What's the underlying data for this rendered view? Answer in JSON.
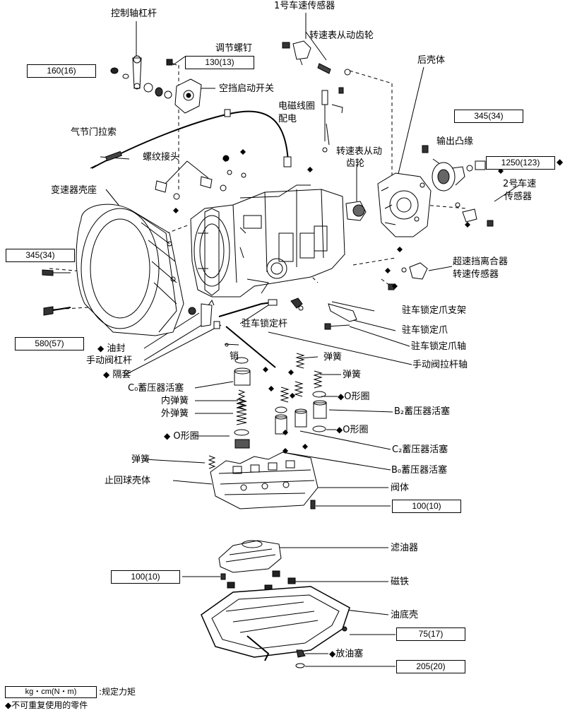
{
  "labels": {
    "kongzhi_zhou_gangan": "控制轴杠杆",
    "hao1_chesu": "1号车速传感器",
    "zhuansubiao_congdong_chilun_top": "转速表从动齿轮",
    "houketi": "后壳体",
    "tiaojie_luoding": "调节螺钉",
    "kongdang_qidong_kaiguan": "空挡启动开关",
    "dianci_xianquan": "电磁线圈",
    "peidian": "配电",
    "qijie_men_lasuo": "气节门拉索",
    "luowen_jietou": "螺纹接头",
    "zhuansubiao_congdong_1": "转速表从动",
    "zhuansubiao_congdong_2": "齿轮",
    "shuchu_tuyuan": "输出凸缘",
    "hao2_chesu_1": "2号车速",
    "hao2_chesu_2": "传感器",
    "biansuqi_kezuo": "变速器壳座",
    "chaosudang_1": "超速挡离合器",
    "chaosudang_2": "转速传感器",
    "zhuche_zhijia": "驻车锁定爪支架",
    "zhuche_gan": "驻车锁定杆",
    "zhuche_zhua": "驻车锁定爪",
    "zhuche_zhou": "驻车锁定爪轴",
    "youfeng": "油封",
    "shoudong_gangan": "手动阀杠杆",
    "xiao": "销",
    "shoudong_lagan": "手动阀拉杆轴",
    "getao": "隔套",
    "tanhuang_1": "弹簧",
    "tanhuang_2": "弹簧",
    "c0_huosai": "C₀蓄压器活塞",
    "nei_tanhuang": "内弹簧",
    "o_ring_1": "O形圈",
    "wai_tanhuang": "外弹簧",
    "b2_huosai": "B₂蓄压器活塞",
    "o_ring_2": "O形圈",
    "o_ring_3": "O形圈",
    "c2_huosai": "C₂蓄压器活塞",
    "tanhuang_3": "弹簧",
    "b0_huosai": "B₀蓄压器活塞",
    "zhihui_qiuketi": "止回球壳体",
    "fati": "阀体",
    "lvyouqi": "滤油器",
    "citie": "磁铁",
    "youdike": "油底壳",
    "fangyousai": "放油塞"
  },
  "torques": {
    "t_160": "160(16)",
    "t_130": "130(13)",
    "t_345_top": "345(34)",
    "t_1250": "1250(123)",
    "t_345_left": "345(34)",
    "t_580": "580(57)",
    "t_100_valve": "100(10)",
    "t_100_filter": "100(10)",
    "t_75": "75(17)",
    "t_205": "205(20)"
  },
  "legend": {
    "unit_box": "kg・cm(N・m)",
    "torque_desc": ":规定力矩",
    "nonreusable": "◆不可重复使用的零件"
  },
  "symbols": {
    "diamond": "◆"
  }
}
